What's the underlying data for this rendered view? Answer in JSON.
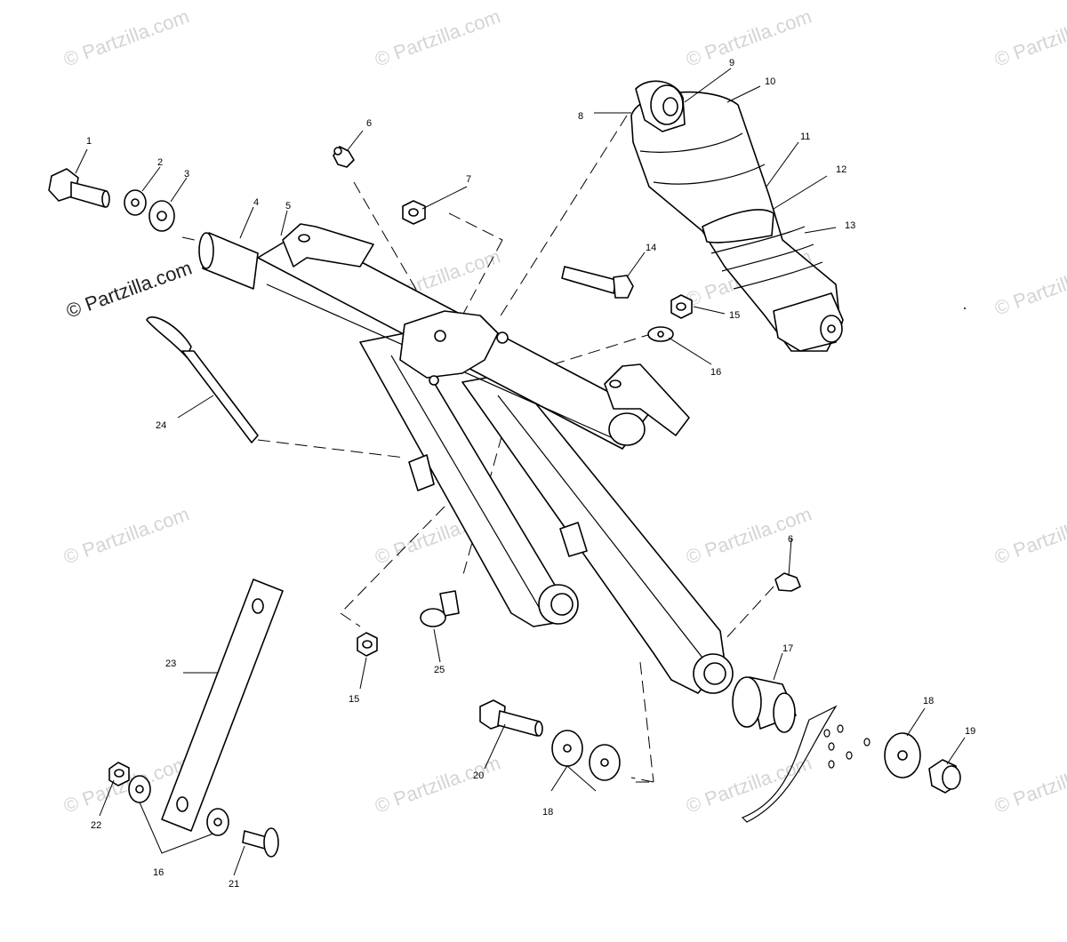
{
  "watermark": {
    "text": "© Partzilla.com",
    "color": "#d4d4d4",
    "main_color": "#222222"
  },
  "callouts": [
    {
      "id": "c1",
      "label": "1"
    },
    {
      "id": "c2",
      "label": "2"
    },
    {
      "id": "c3",
      "label": "3"
    },
    {
      "id": "c4",
      "label": "4"
    },
    {
      "id": "c5",
      "label": "5"
    },
    {
      "id": "c6a",
      "label": "6"
    },
    {
      "id": "c6b",
      "label": "6"
    },
    {
      "id": "c7",
      "label": "7"
    },
    {
      "id": "c8",
      "label": "8"
    },
    {
      "id": "c9",
      "label": "9"
    },
    {
      "id": "c10",
      "label": "10"
    },
    {
      "id": "c11",
      "label": "11"
    },
    {
      "id": "c12",
      "label": "12"
    },
    {
      "id": "c13",
      "label": "13"
    },
    {
      "id": "c14",
      "label": "14"
    },
    {
      "id": "c15a",
      "label": "15"
    },
    {
      "id": "c15b",
      "label": "15"
    },
    {
      "id": "c16a",
      "label": "16"
    },
    {
      "id": "c16b",
      "label": "16"
    },
    {
      "id": "c17",
      "label": "17"
    },
    {
      "id": "c18a",
      "label": "18"
    },
    {
      "id": "c18b",
      "label": "18"
    },
    {
      "id": "c19",
      "label": "19"
    },
    {
      "id": "c20",
      "label": "20"
    },
    {
      "id": "c21",
      "label": "21"
    },
    {
      "id": "c22",
      "label": "22"
    },
    {
      "id": "c23",
      "label": "23"
    },
    {
      "id": "c24",
      "label": "24"
    },
    {
      "id": "c25",
      "label": "25"
    }
  ]
}
